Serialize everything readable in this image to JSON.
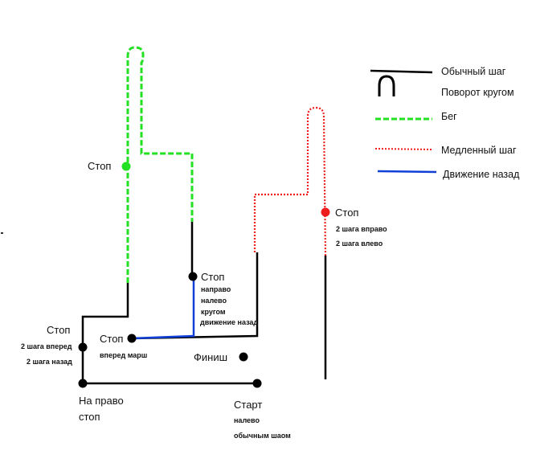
{
  "legend": {
    "normal": "Обычный шаг",
    "turn": "Поворот кругом",
    "run": "Бег",
    "slow": "Медленный шаг",
    "back": "Движение назад"
  },
  "colors": {
    "normal": "#000000",
    "run": "#22e022",
    "slow": "#ee1c1c",
    "back": "#1040d8"
  },
  "labels": {
    "stop_green": "Стоп",
    "stop_mid": "Стоп",
    "stop_mid_1": "направо",
    "stop_mid_2": "налево",
    "stop_mid_3": "кругом",
    "stop_mid_4": "движение назад",
    "stop_red": "Стоп",
    "stop_red_1": "2 шага вправо",
    "stop_red_2": "2 шага влево",
    "stop_left": "Стоп",
    "stop_left_1": "2 шага вперед",
    "stop_left_2": "2 шага назад",
    "stop_march": "Стоп",
    "stop_march_1": "вперед марш",
    "finish": "Финиш",
    "turn_right_1": "На право",
    "turn_right_2": "стоп",
    "start": "Старт",
    "start_1": "налево",
    "start_2": "обычным шаом"
  }
}
